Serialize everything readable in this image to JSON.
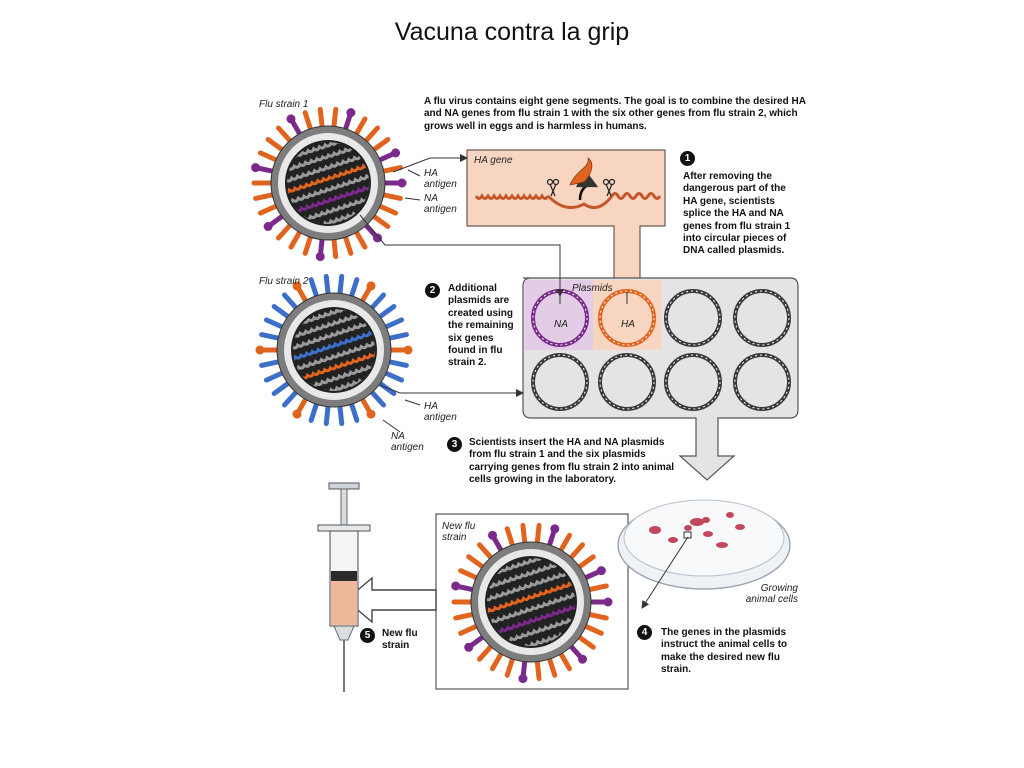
{
  "slide": {
    "title": "Vacuna contra la grip"
  },
  "diagram": {
    "intro": "A flu virus contains eight gene segments. The goal is to combine the desired HA and NA genes from flu strain 1 with the six other genes from flu strain 2, which grows well in eggs and is harmless in humans.",
    "strain1": {
      "label": "Flu strain 1",
      "ha_label": "HA antigen",
      "na_label": "NA antigen"
    },
    "strain2": {
      "label": "Flu strain 2",
      "ha_label": "HA antigen",
      "na_label": "NA antigen"
    },
    "ha_gene_label": "HA gene",
    "plasmids_label": "Plasmids",
    "plasmid_na": "NA",
    "plasmid_ha": "HA",
    "steps": [
      {
        "number": "1",
        "text": "After removing the dangerous part of the HA gene, scientists splice the HA and NA genes from flu strain 1 into circular pieces of DNA called plasmids."
      },
      {
        "number": "2",
        "text": "Additional plasmids are created using the remaining six genes found in flu strain 2."
      },
      {
        "number": "3",
        "text": "Scientists insert the HA and NA plasmids from flu strain 1 and the six plasmids carrying genes from flu strain 2 into animal cells growing in the laboratory."
      },
      {
        "number": "4",
        "text": "The genes in the plasmids instruct the animal cells to make the desired new flu strain."
      },
      {
        "number": "5",
        "text": "New flu strain"
      }
    ],
    "growing_cells_label": "Growing animal cells",
    "new_strain_label": "New flu strain"
  },
  "colors": {
    "orange": "#e0641e",
    "purple": "#7a2a8a",
    "blue": "#3d6fc9",
    "peach_box": "#f7d5c0",
    "panel_gray": "#e4e4e4",
    "coil_dark": "#3a3a3a"
  }
}
